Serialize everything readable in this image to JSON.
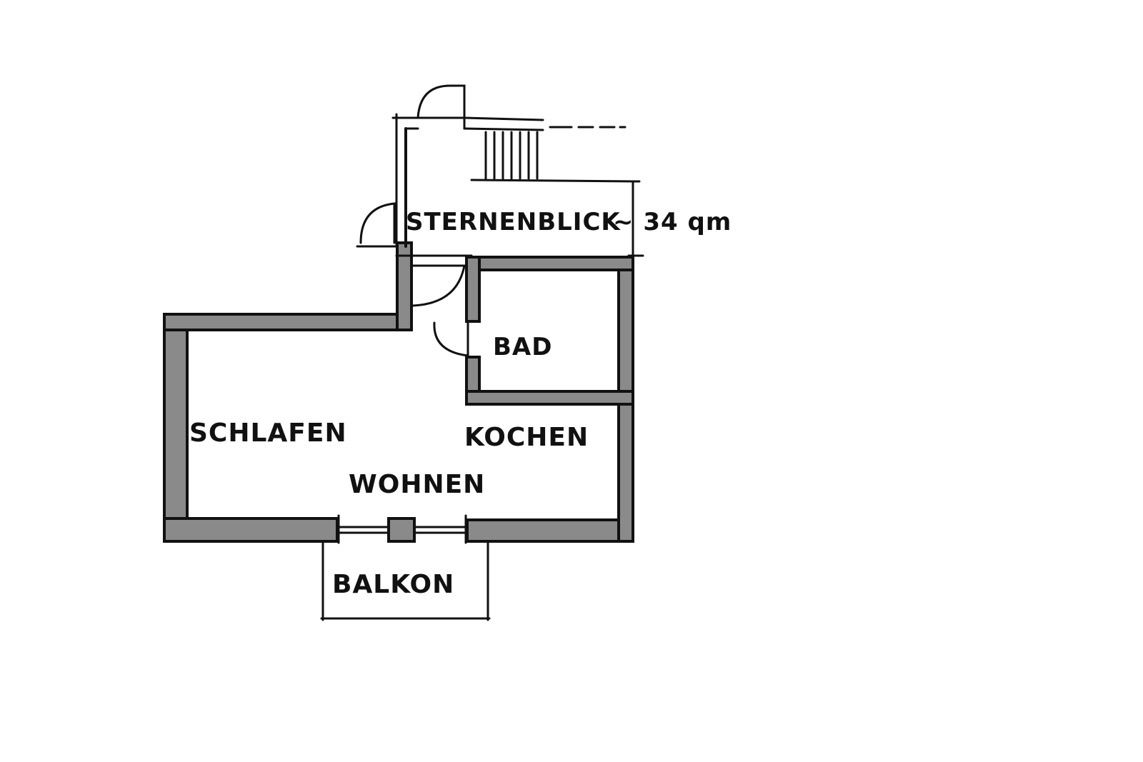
{
  "labels": {
    "room_title": "STERNENBLICK",
    "room_area": "~ 34 qm",
    "bath": "BAD",
    "sleep": "SCHLAFEN",
    "kitchen": "KOCHEN",
    "living": "WOHNEN",
    "balcony": "BALKON"
  },
  "colors": {
    "ink": "#111111",
    "wall_fill": "#8a8a8a",
    "paper": "#ffffff"
  }
}
